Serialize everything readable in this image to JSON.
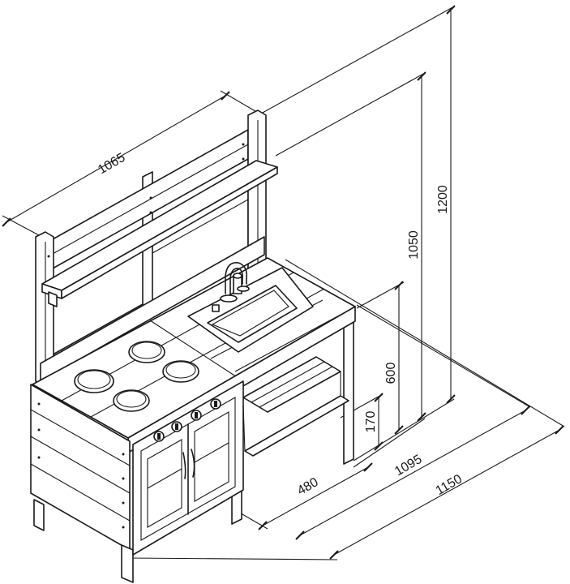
{
  "dimensions": {
    "width_top": "1065",
    "height_total": "1200",
    "height_counter_back": "1050",
    "height_counter_front": "600",
    "height_shelf": "170",
    "depth_counter": "480",
    "length_counter": "1095",
    "length_total": "1150"
  }
}
